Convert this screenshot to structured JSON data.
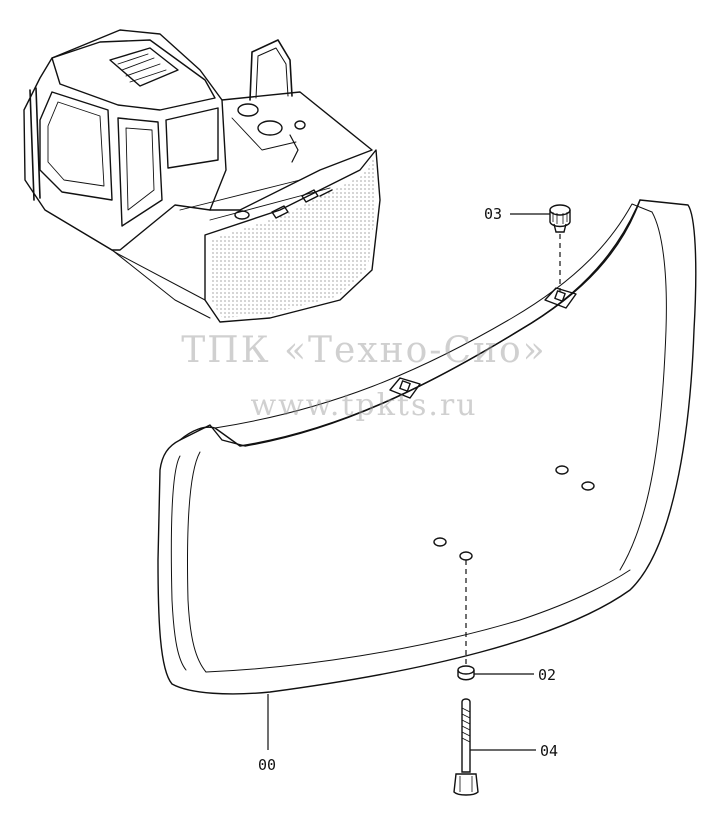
{
  "watermark": {
    "line1": "ТПК «Техно-Сио»",
    "line2": "www.tpkts.ru"
  },
  "callouts": {
    "c00": "00",
    "c02": "02",
    "c03": "03",
    "c04": "04"
  },
  "colors": {
    "line": "#111111",
    "watermark": "#9a9a9a",
    "background": "#ffffff"
  }
}
